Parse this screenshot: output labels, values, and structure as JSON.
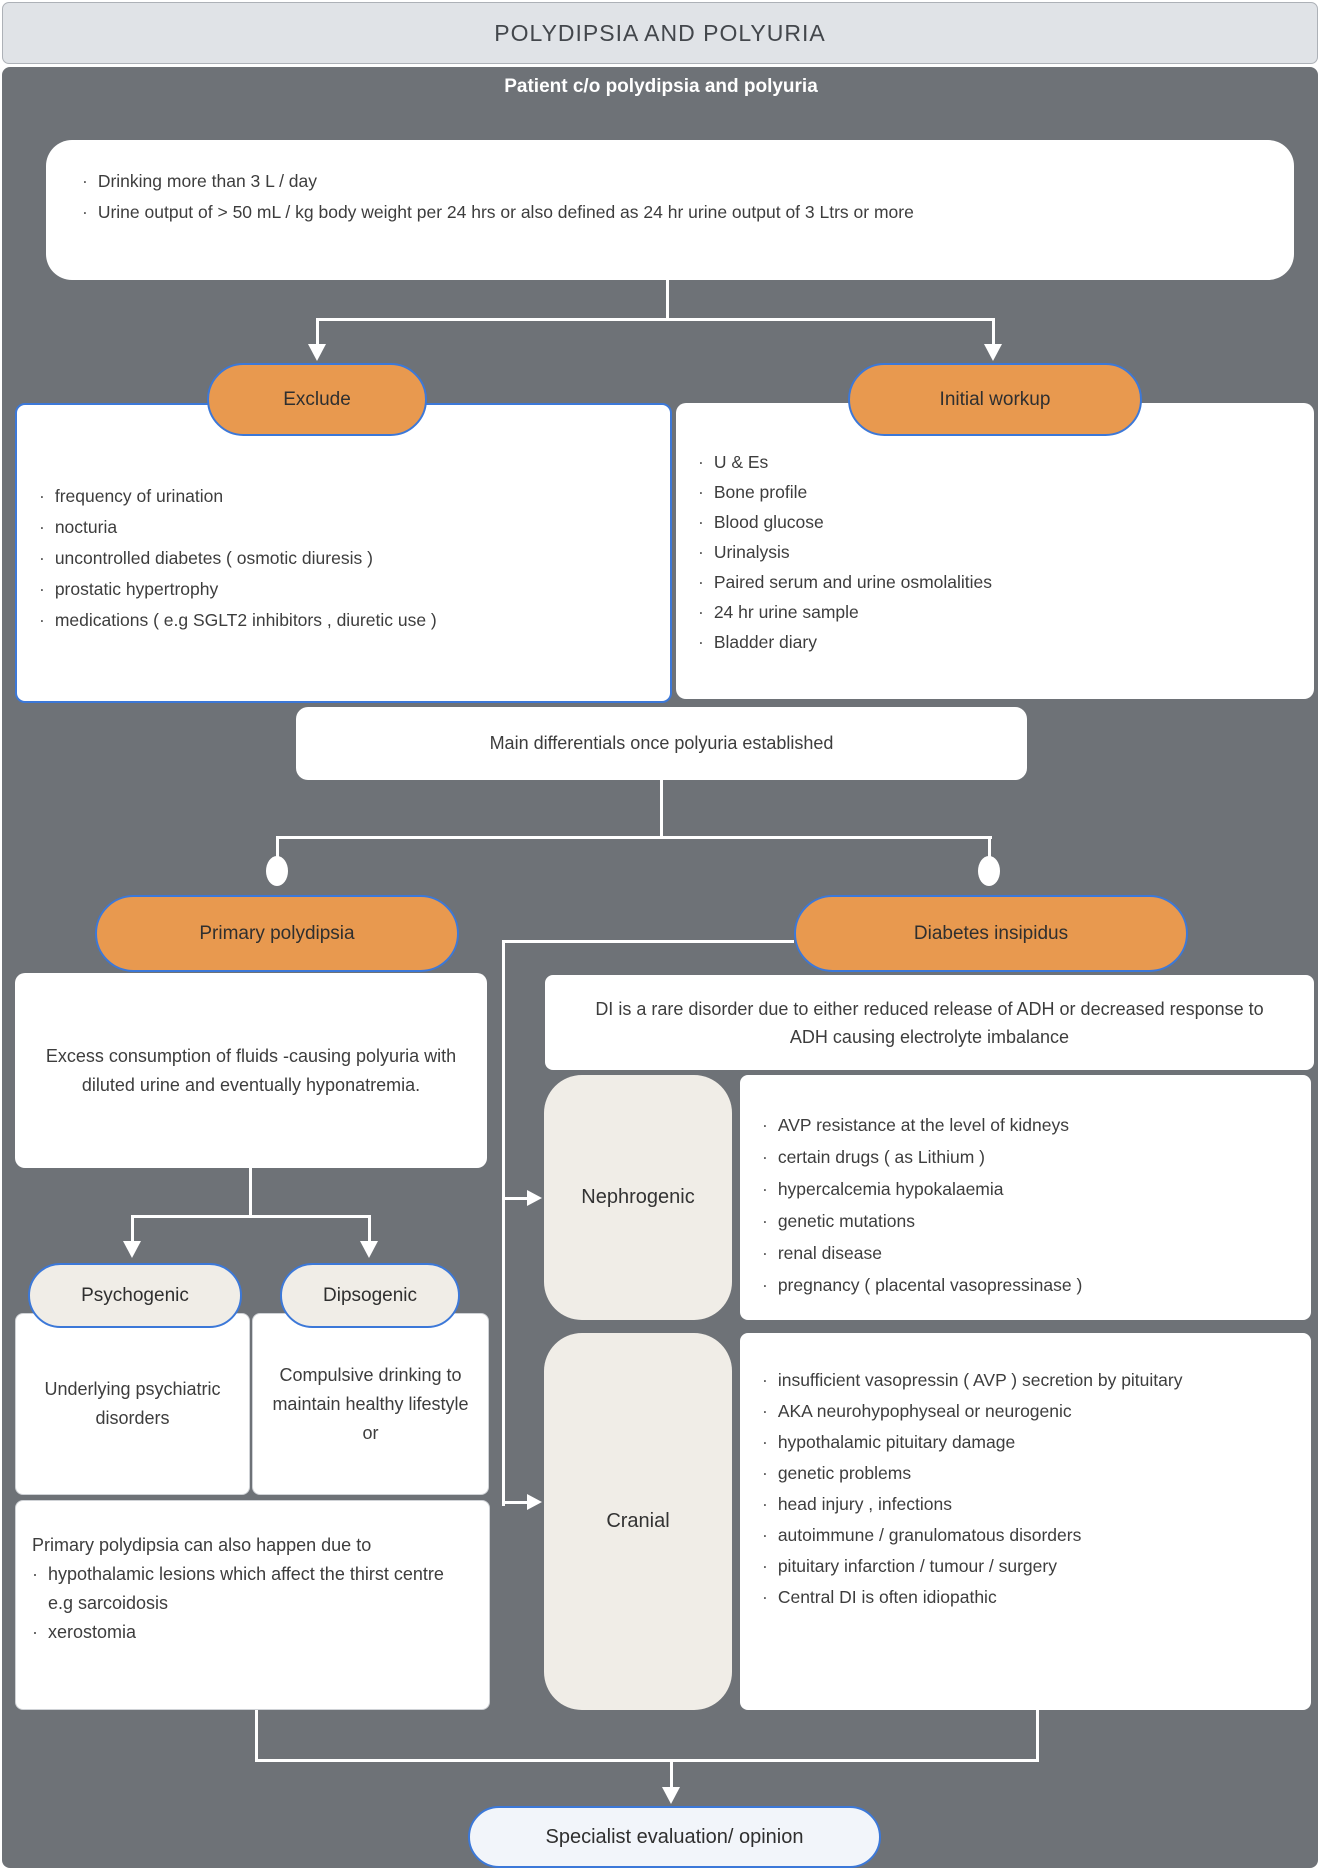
{
  "colors": {
    "background": "#6E7277",
    "titlebar_bg": "#E0E3E7",
    "titlebar_text": "#43474C",
    "orange": "#E8994F",
    "blue_border": "#3C78D8",
    "cream": "#F0EDE7",
    "white": "#FFFFFF",
    "text": "#3D3D3D",
    "connector": "#FFFFFF",
    "specialist_bg": "#F2F5FA"
  },
  "header": {
    "title": "POLYDIPSIA AND POLYURIA",
    "subtitle": "Patient c/o polydipsia and polyuria"
  },
  "criteria": {
    "items": [
      "Drinking more than 3  L / day",
      "Urine output of > 50 mL / kg body weight per 24 hrs or also defined as 24 hr urine output of 3 Ltrs or more"
    ]
  },
  "exclude": {
    "label": "Exclude",
    "items": [
      "frequency of urination",
      "nocturia",
      "uncontrolled diabetes ( osmotic diuresis )",
      "prostatic hypertrophy",
      "medications ( e.g SGLT2 inhibitors , diuretic use  )"
    ]
  },
  "initial_workup": {
    "label": "Initial workup",
    "items": [
      "U & Es",
      "Bone profile",
      "Blood glucose",
      "Urinalysis",
      "Paired serum and urine osmolalities",
      "24 hr urine sample",
      "Bladder diary"
    ]
  },
  "main_differentials": {
    "label": "Main differentials once polyuria established"
  },
  "primary_polydipsia": {
    "label": "Primary polydipsia",
    "description": "Excess consumption of fluids -causing polyuria with diluted urine and eventually hyponatremia.",
    "psychogenic": {
      "label": "Psychogenic",
      "description": "Underlying psychiatric disorders"
    },
    "dipsogenic": {
      "label": "Dipsogenic",
      "description": "Compulsive drinking to maintain healthy lifestyle or"
    },
    "additional": {
      "heading": "Primary polydipsia can also happen due to",
      "items": [
        "hypothalamic lesions which affect the thirst centre e.g sarcoidosis",
        "xerostomia"
      ]
    }
  },
  "diabetes_insipidus": {
    "label": "Diabetes insipidus",
    "description": "DI is a rare disorder due to either reduced release of ADH or decreased response to ADH causing electrolyte imbalance",
    "nephrogenic": {
      "label": "Nephrogenic",
      "items": [
        "AVP resistance at the level of kidneys",
        "certain drugs ( as Lithium )",
        "hypercalcemia  hypokalaemia",
        "genetic mutations",
        "renal disease",
        "pregnancy ( placental vasopressinase )"
      ]
    },
    "cranial": {
      "label": "Cranial",
      "items": [
        "insufficient vasopressin ( AVP ) secretion by pituitary",
        "AKA neurohypophyseal or neurogenic",
        "hypothalamic pituitary damage",
        "genetic problems",
        "head injury , infections",
        "autoimmune / granulomatous disorders",
        "pituitary infarction / tumour / surgery",
        "Central DI is often idiopathic"
      ]
    }
  },
  "specialist": {
    "label": "Specialist evaluation/ opinion"
  }
}
